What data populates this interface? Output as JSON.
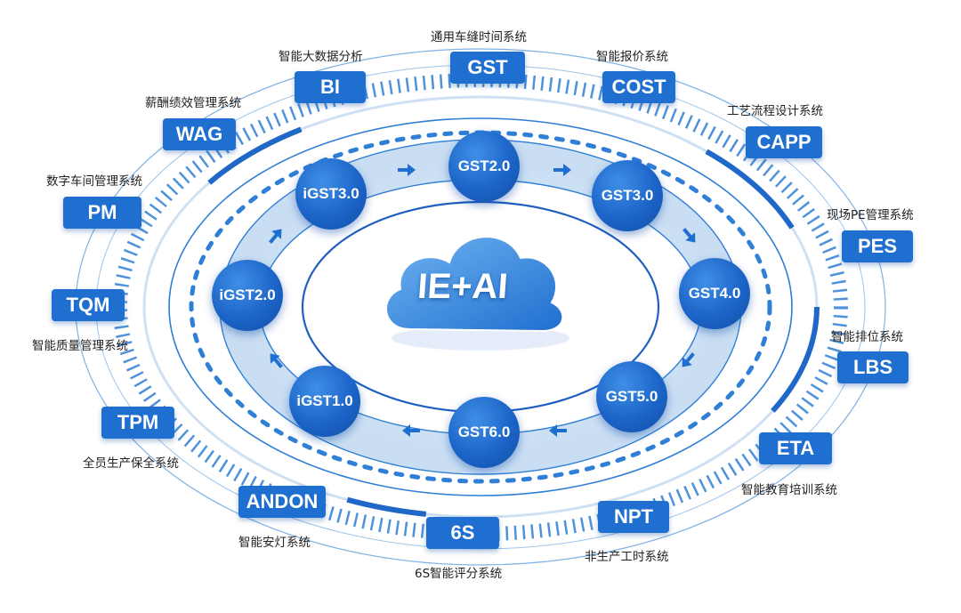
{
  "colors": {
    "accent": "#1e6fcf",
    "ring": "#2f7fd6",
    "band": "#cfe3f6"
  },
  "center": {
    "label": "IE+AI",
    "icon": "cloud-icon"
  },
  "cycle_nodes": [
    {
      "id": "gst20",
      "label": "GST2.0"
    },
    {
      "id": "gst30",
      "label": "GST3.0"
    },
    {
      "id": "gst40",
      "label": "GST4.0"
    },
    {
      "id": "gst50",
      "label": "GST5.0"
    },
    {
      "id": "gst60",
      "label": "GST6.0"
    },
    {
      "id": "igst10",
      "label": "iGST1.0"
    },
    {
      "id": "igst20",
      "label": "iGST2.0"
    },
    {
      "id": "igst30",
      "label": "iGST3.0"
    }
  ],
  "systems": [
    {
      "id": "gst",
      "code": "GST",
      "caption": "通用车缝时间系统"
    },
    {
      "id": "cost",
      "code": "COST",
      "caption": "智能报价系统"
    },
    {
      "id": "capp",
      "code": "CAPP",
      "caption": "工艺流程设计系统"
    },
    {
      "id": "pes",
      "code": "PES",
      "caption": "现场PE管理系统"
    },
    {
      "id": "lbs",
      "code": "LBS",
      "caption": "智能排位系统"
    },
    {
      "id": "eta",
      "code": "ETA",
      "caption": "智能教育培训系统"
    },
    {
      "id": "npt",
      "code": "NPT",
      "caption": "非生产工时系统"
    },
    {
      "id": "6s",
      "code": "6S",
      "caption": "6S智能评分系统"
    },
    {
      "id": "andon",
      "code": "ANDON",
      "caption": "智能安灯系统"
    },
    {
      "id": "tpm",
      "code": "TPM",
      "caption": "全员生产保全系统"
    },
    {
      "id": "tqm",
      "code": "TQM",
      "caption": "智能质量管理系统"
    },
    {
      "id": "pm",
      "code": "PM",
      "caption": "数字车间管理系统"
    },
    {
      "id": "wag",
      "code": "WAG",
      "caption": "薪酬绩效管理系统"
    },
    {
      "id": "bi",
      "code": "BI",
      "caption": "智能大数据分析"
    }
  ]
}
